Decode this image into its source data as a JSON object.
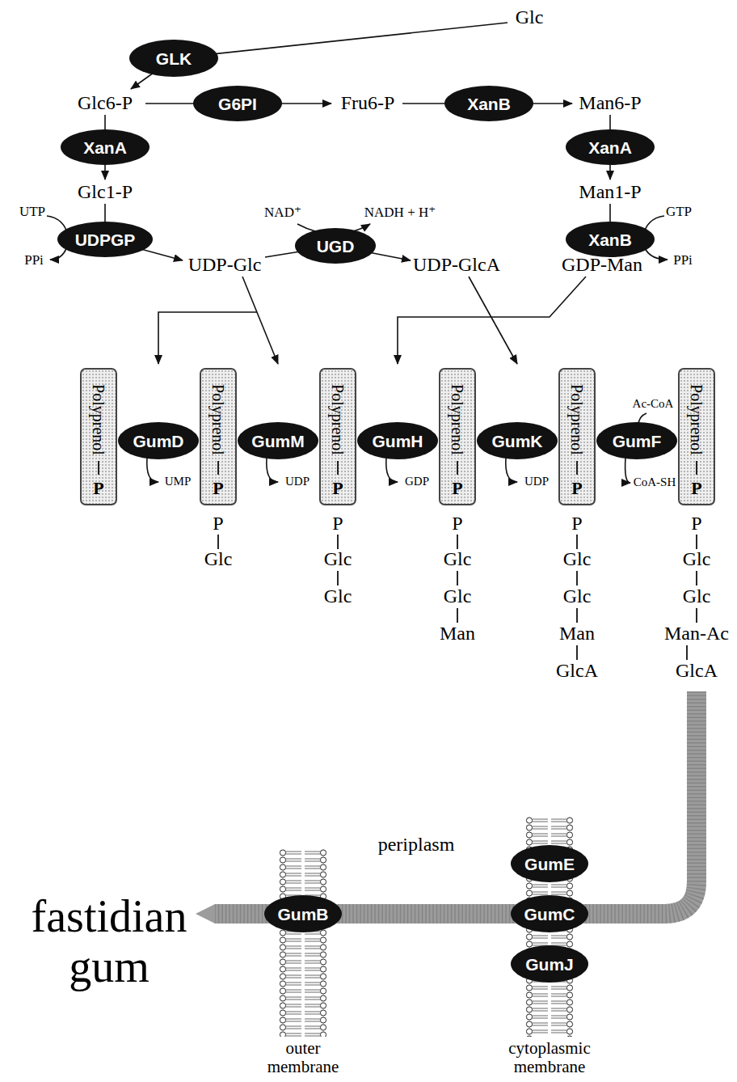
{
  "diagram": {
    "nodes": [
      {
        "text": [
          "GLK"
        ]
      },
      {
        "text": [
          "G6PI"
        ]
      },
      {
        "text": [
          "XanB"
        ]
      },
      {
        "text": [
          "XanA"
        ]
      },
      {
        "text": [
          "XanA"
        ]
      },
      {
        "text": [
          "UDPGP"
        ]
      },
      {
        "text": [
          "UGD"
        ]
      },
      {
        "text": [
          "XanB"
        ]
      },
      {
        "text": [
          "Polyprenol",
          "P"
        ]
      },
      {
        "text": [
          "GumD"
        ]
      },
      {
        "text": [
          "Polyprenol",
          "P"
        ]
      },
      {
        "text": [
          "GumM"
        ]
      },
      {
        "text": [
          "Polyprenol",
          "P"
        ]
      },
      {
        "text": [
          "GumH"
        ]
      },
      {
        "text": [
          "Polyprenol",
          "P"
        ]
      },
      {
        "text": [
          "GumK"
        ]
      },
      {
        "text": [
          "Polyprenol",
          "P"
        ]
      },
      {
        "text": [
          "GumF"
        ]
      },
      {
        "text": [
          "Polyprenol",
          "P"
        ]
      },
      {
        "text": [
          "GumE"
        ]
      },
      {
        "text": [
          "GumB"
        ]
      },
      {
        "text": [
          "GumC"
        ]
      },
      {
        "text": [
          "GumJ"
        ]
      }
    ],
    "labels": [
      "Glc",
      "Glc6-P",
      "Fru6-P",
      "Man6-P",
      "Glc1-P",
      "Man1-P",
      "UTP",
      "PPi",
      "NAD⁺",
      "NADH + H⁺",
      "GTP",
      "PPi",
      "UDP-Glc",
      "UDP-GlcA",
      "GDP-Man",
      "UMP",
      "UDP",
      "GDP",
      "UDP",
      "Ac-CoA",
      "CoA-SH",
      "P",
      "Glc",
      "P",
      "Glc",
      "Glc",
      "P",
      "Glc",
      "Glc",
      "Man",
      "P",
      "Glc",
      "Glc",
      "Man",
      "GlcA",
      "P",
      "Glc",
      "Glc",
      "Man-Ac",
      "GlcA",
      "periplasm",
      "fastidian gum",
      "outer membrane",
      "cytoplasmic membrane"
    ]
  }
}
